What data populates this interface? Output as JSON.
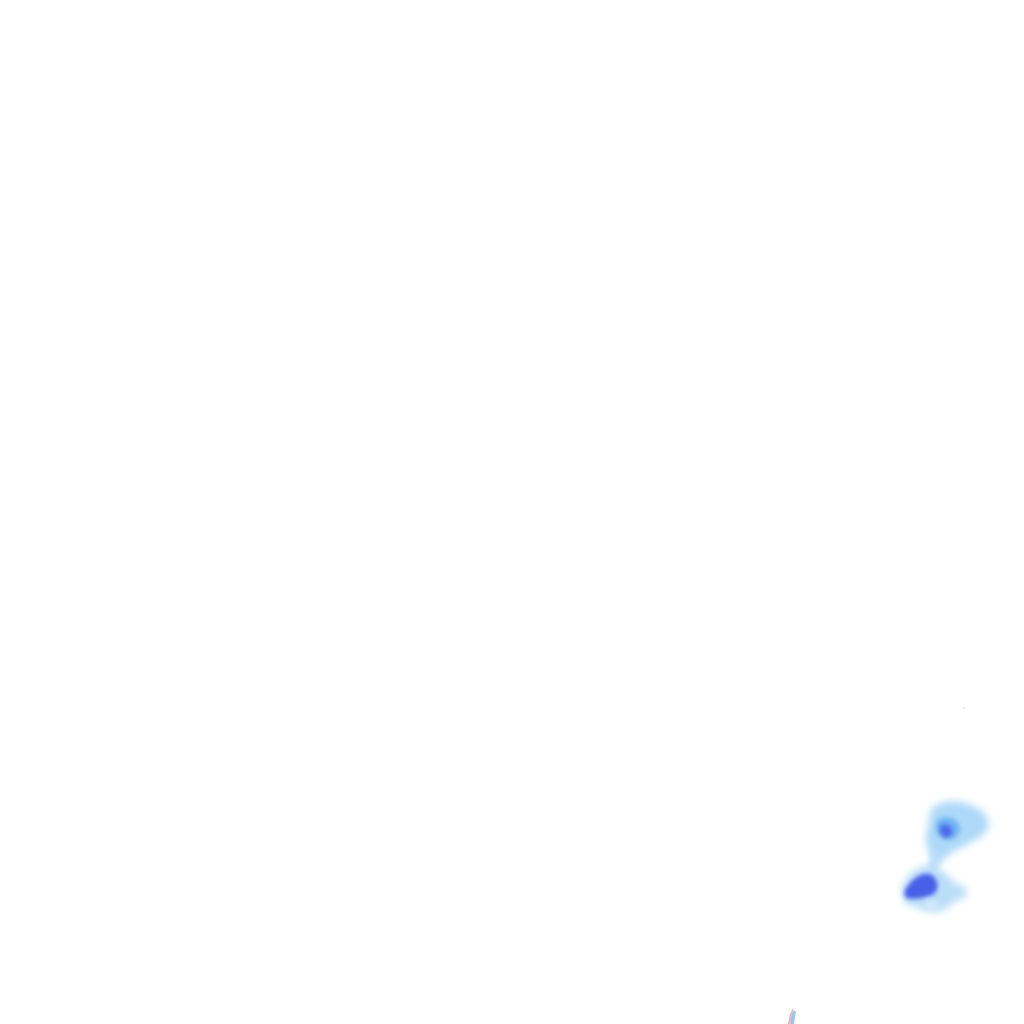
{
  "map": {
    "layer": "precipitation-radar",
    "background_color": "#ffffff",
    "palette": {
      "light_rain": "#9fd2f7",
      "moderate_rain": "#6eb2f2",
      "heavy_rain": "#3f55e6",
      "trace": "#f2a7b8"
    },
    "cells": [
      {
        "name": "upper-rain-cell",
        "intensity": "moderate"
      },
      {
        "name": "lower-rain-cell",
        "intensity": "heavy"
      },
      {
        "name": "edge-trace-echo",
        "intensity": "trace"
      }
    ]
  }
}
